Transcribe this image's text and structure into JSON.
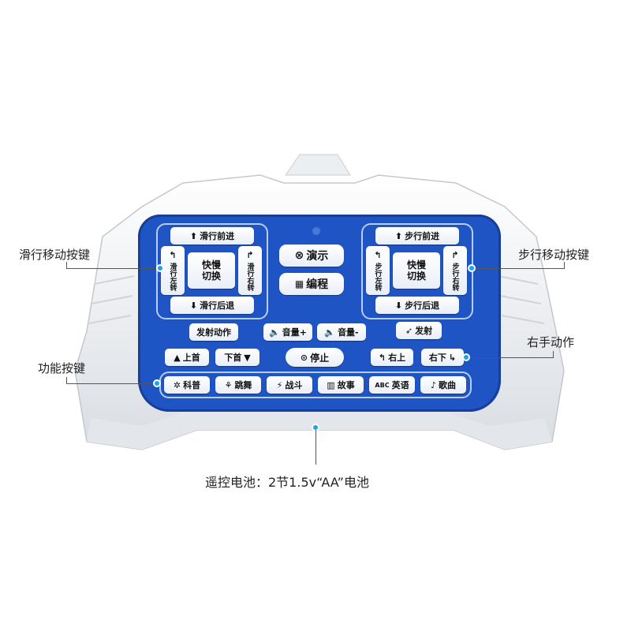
{
  "callouts": {
    "slide_move": "滑行移动按键",
    "walk_move": "步行移动按键",
    "right_hand": "右手动作",
    "function": "功能按键",
    "battery": "遥控电池：2节1.5v“AA”电池"
  },
  "slide_pad": {
    "forward": "滑行前进",
    "left": "滑行左转",
    "right": "滑行右转",
    "back": "滑行后退",
    "center": "快慢切换"
  },
  "walk_pad": {
    "forward": "步行前进",
    "left": "步行左转",
    "right": "步行右转",
    "back": "步行后退",
    "center": "快慢切换"
  },
  "center": {
    "demo": "演示",
    "program": "编程"
  },
  "actions": {
    "launch_action": "发射动作",
    "volume_up": "音量+",
    "volume_down": "音量-",
    "fire": "发射",
    "prev": "上首",
    "next": "下首",
    "stop": "停止",
    "right_up": "右上",
    "right_down": "右下"
  },
  "functions": [
    "科普",
    "跳舞",
    "战斗",
    "故事",
    "英语",
    "歌曲"
  ],
  "icons": {
    "english_prefix": "ABC"
  },
  "colors": {
    "panel": "#1f54c4",
    "dot": "#18a6e8"
  }
}
